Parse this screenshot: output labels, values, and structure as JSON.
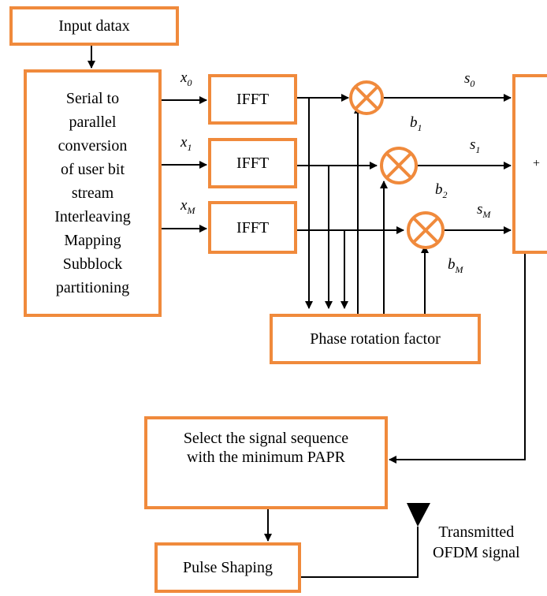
{
  "diagram": {
    "input": "Input datax",
    "serial_block": "Serial to\nparallel\nconversion\nof user bit\nstream\nInterleaving\nMapping\nSubblock\npartitioning",
    "ifft_0": "IFFT",
    "ifft_1": "IFFT",
    "ifft_m": "IFFT",
    "phase": "Phase rotation factor",
    "sum": "+",
    "select": "Select the signal sequence\nwith the minimum PAPR",
    "pulse": "Pulse Shaping",
    "transmitted": "Transmitted\nOFDM signal",
    "x0": "x",
    "x0_sub": "0",
    "x1": "x",
    "x1_sub": "1",
    "xm": "x",
    "xm_sub": "M",
    "s0": "s",
    "s0_sub": "0",
    "s1": "s",
    "s1_sub": "1",
    "sm": "s",
    "sm_sub": "M",
    "b1": "b",
    "b1_sub": "1",
    "b2": "b",
    "b2_sub": "2",
    "bm": "b",
    "bm_sub": "M",
    "colors": {
      "box_border": "#f08a3c",
      "line": "#000000"
    }
  }
}
